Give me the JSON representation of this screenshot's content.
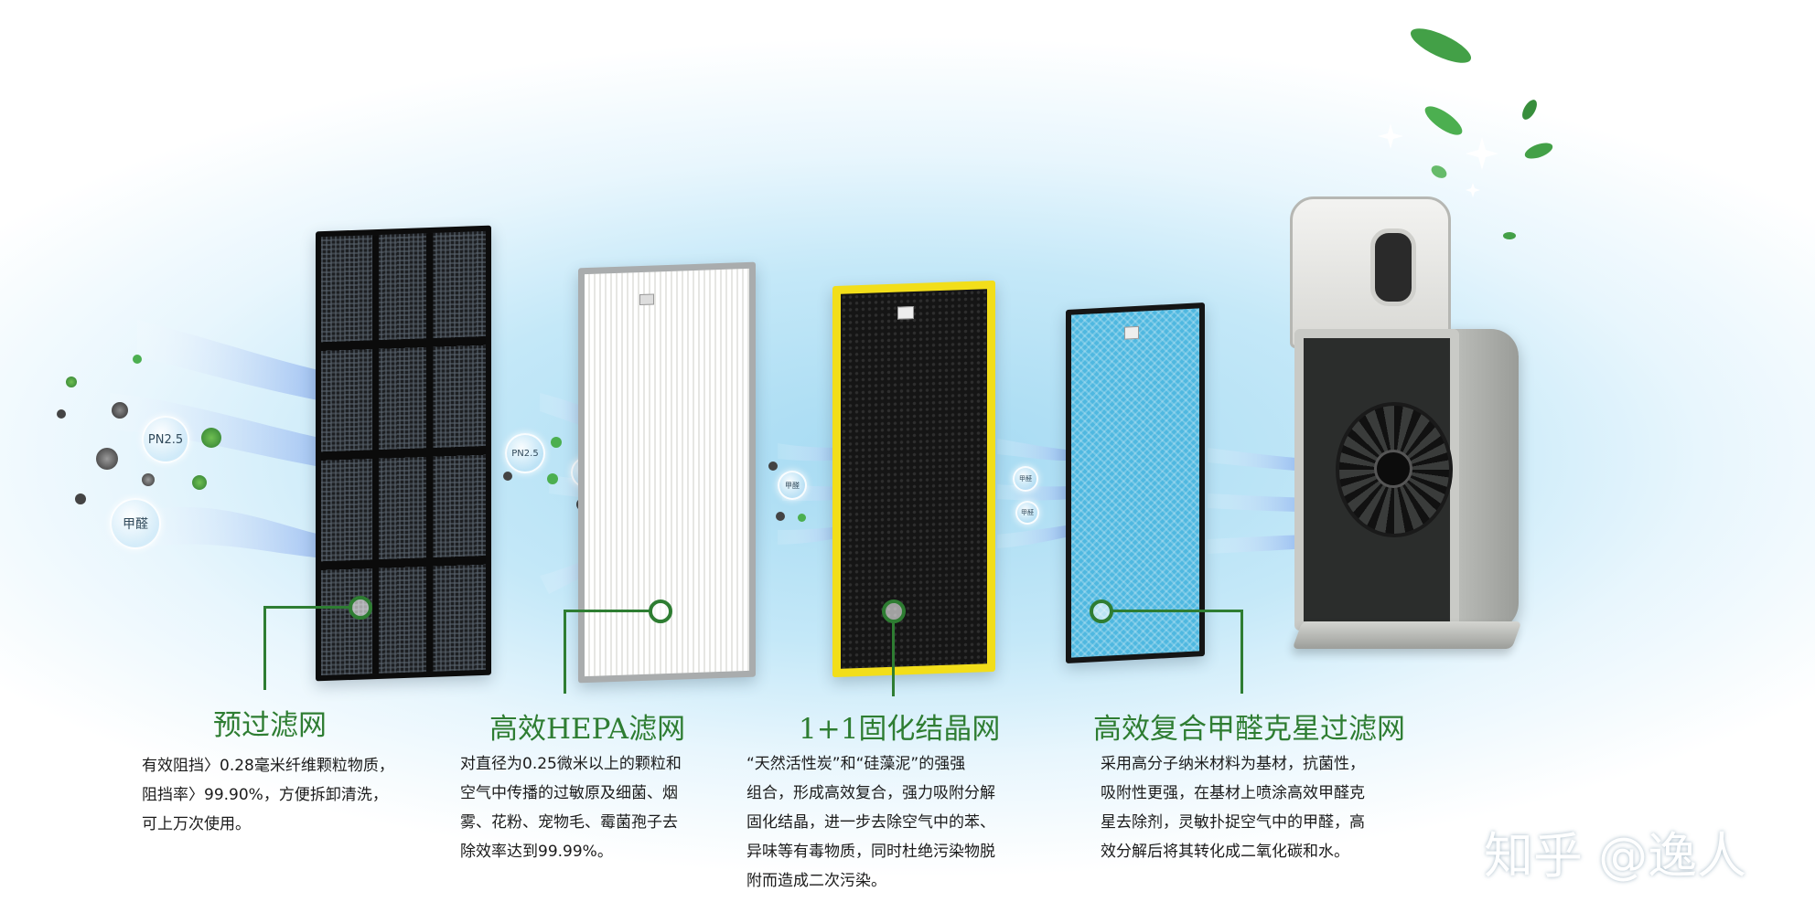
{
  "filters": [
    {
      "id": "pre-filter",
      "title": "预过滤网",
      "description_lines": [
        "有效阻挡〉0.28毫米纤维颗粒物质，",
        "阻挡率〉99.90%，方便拆卸清洗，",
        "可上万次使用。"
      ]
    },
    {
      "id": "hepa-filter",
      "title": "高效HEPA滤网",
      "description_lines": [
        "对直径为0.25微米以上的颗粒和",
        "空气中传播的过敏原及细菌、烟",
        "雾、花粉、宠物毛、霉菌孢子去",
        "除效率达到99.99%。"
      ]
    },
    {
      "id": "crystal-filter",
      "title": "1+1固化结晶网",
      "description_lines": [
        "“天然活性炭”和“硅藻泥”的强强",
        "组合，形成高效复合，强力吸附分解",
        "固化结晶，进一步去除空气中的苯、",
        "异味等有毒物质，同时杜绝污染物脱",
        "附而造成二次污染。"
      ]
    },
    {
      "id": "formaldehyde-filter",
      "title": "高效复合甲醛克星过滤网",
      "description_lines": [
        "采用高分子纳米材料为基材，抗菌性，",
        "吸附性更强，在基材上喷涂高效甲醛克",
        "星去除剂，灵敏扑捉空气中的甲醛，高",
        "效分解后将其转化成二氧化碳和水。"
      ]
    }
  ],
  "pollutant_labels": {
    "pm25": "PN2.5",
    "pm25_small": "PN2.5",
    "formaldehyde": "甲醛"
  },
  "watermark": "知乎 @逸人",
  "colors": {
    "accent_green": "#2e7d32",
    "arrow_blue": "#4f86e6",
    "crystal_border": "#f2de1a",
    "formaldehyde_mesh": "#4fb8e0"
  }
}
